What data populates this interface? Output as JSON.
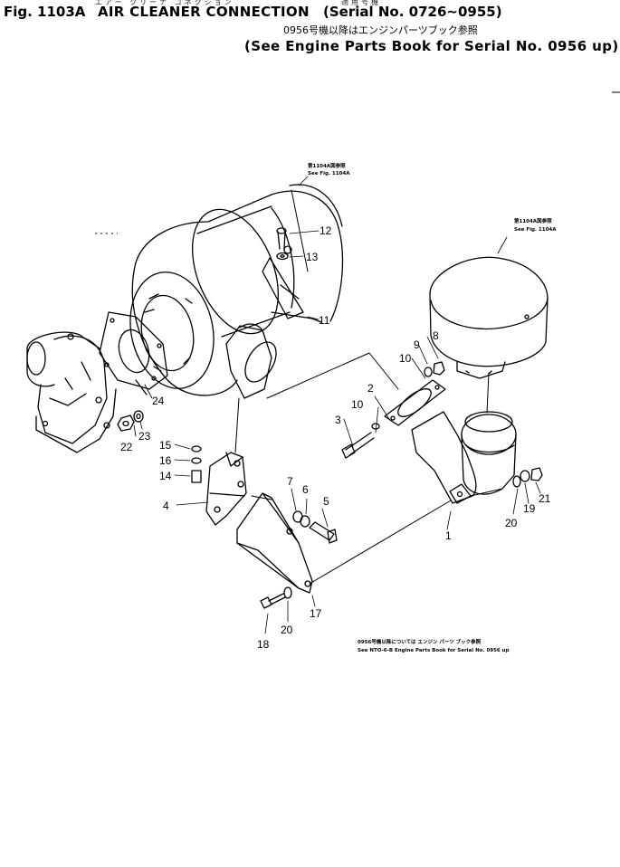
{
  "header": {
    "fig_number": "Fig. 1103A",
    "title": "AIR CLEANER CONNECTION",
    "title_jp": "エアー クリーナ コネクション",
    "serial_range": "(Serial No. 0726~0955)",
    "serial_jp": "適用号機",
    "note_jp": "0956号機以降はエンジンパーツブック参照",
    "note_en": "(See Engine Parts Book for Serial No. 0956 up)"
  },
  "annotations": {
    "fig1104_jp_a": "第1104A図参照",
    "fig1104_en_a": "See Fig. 1104A",
    "fig1104_jp_b": "第1104A図参照",
    "fig1104_en_b": "See Fig. 1104A",
    "bottom_jp": "0956号機以降については エンジン パーツ ブック参照",
    "bottom_en": "See NTO-6-B Engine Parts Book for Serial No. 0956 up"
  },
  "callouts": {
    "p1": "1",
    "p2": "2",
    "p3": "3",
    "p4": "4",
    "p5": "5",
    "p6": "6",
    "p7": "7",
    "p8": "8",
    "p9": "9",
    "p10a": "10",
    "p10b": "10",
    "p11": "11",
    "p12": "12",
    "p13": "13",
    "p14": "14",
    "p15": "15",
    "p16": "16",
    "p17": "17",
    "p18": "18",
    "p19": "19",
    "p20a": "20",
    "p20b": "20",
    "p21": "21",
    "p22": "22",
    "p23": "23",
    "p24": "24"
  }
}
